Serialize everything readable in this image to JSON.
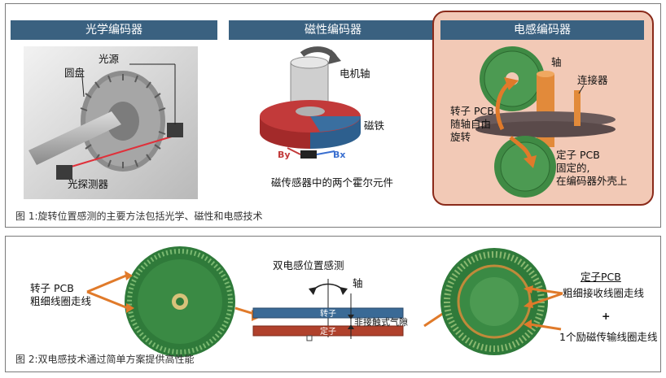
{
  "fig1": {
    "headers": [
      "光学编码器",
      "磁性编码器",
      "电感编码器"
    ],
    "optical": {
      "light_source": "光源",
      "disk": "圆盘",
      "detector": "光探测器"
    },
    "magnetic": {
      "motor_shaft": "电机轴",
      "magnet": "磁铁",
      "by": "By",
      "bx": "Bx",
      "sensor_caption": "磁传感器中的两个霍尔元件"
    },
    "inductive": {
      "shaft": "轴",
      "connector": "连接器",
      "rotor_lines": [
        "转子 PCB",
        "随轴自由",
        "旋转"
      ],
      "stator_lines": [
        "定子 PCB",
        "固定的,",
        "在编码器外壳上"
      ]
    },
    "caption": "图 1:旋转位置感测的主要方法包括光学、磁性和电感技术"
  },
  "fig2": {
    "title": "双电感位置感测",
    "shaft": "轴",
    "rotor_label": "转子",
    "stator_label": "定子",
    "air_gap": "非接触式气隙",
    "rotor_pcb_lines": [
      "转子 PCB",
      "粗细线圈走线"
    ],
    "stator_pcb_title": "定子PCB",
    "stator_pcb_sub": "粗细接收线圈走线",
    "plus": "+",
    "excitation": "1个励磁传输线圈走线",
    "caption": "图 2:双电感技术通过简单方案提供高性能"
  },
  "colors": {
    "header": "#3a6180",
    "arrow": "#e07a2a",
    "pcb_green": "#2f7a3a",
    "panel_bg": "#f2c9b6",
    "panel_border": "#8a2a1a"
  }
}
